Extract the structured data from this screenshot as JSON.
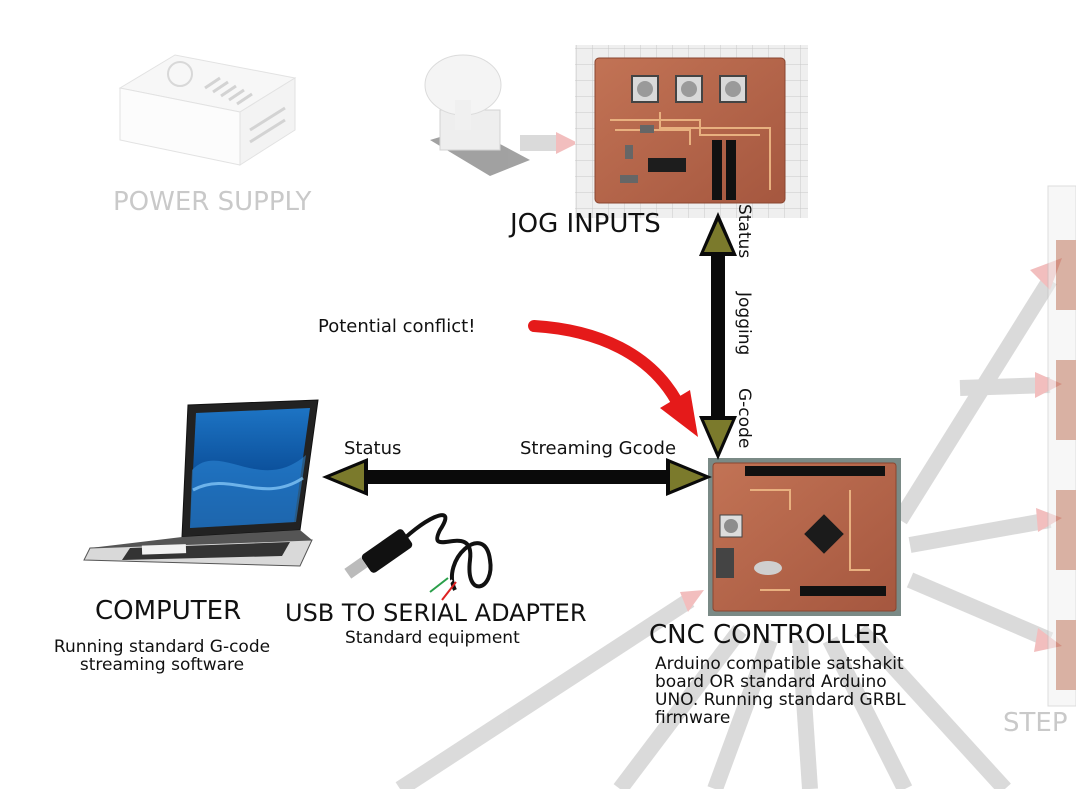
{
  "nodes": {
    "power_supply": {
      "label": "POWER SUPPLY"
    },
    "jog_inputs": {
      "label": "JOG INPUTS"
    },
    "computer": {
      "label": "COMPUTER",
      "note": [
        "Running standard G-code",
        "streaming software"
      ]
    },
    "usb_adapter": {
      "label": "USB TO SERIAL ADAPTER",
      "note": "Standard equipment"
    },
    "cnc_controller": {
      "label": "CNC CONTROLLER",
      "note": [
        "Arduino compatible satshakit",
        "board OR standard Arduino",
        "UNO. Running standard GRBL",
        "firmware"
      ]
    },
    "stepper": {
      "label": "STEP"
    }
  },
  "edges": {
    "computer_status": "Status",
    "streaming_gcode": "Streaming Gcode",
    "jog_status": "Status",
    "jog_jogging": "Jogging",
    "jog_gcode": "G-code",
    "conflict": "Potential conflict!"
  },
  "colors": {
    "arrow_body": "#0a0a0a",
    "arrow_head": "#7b7a2c",
    "conflict_arrow": "#e51a1a",
    "faded_arrow": "#c8c8c8",
    "pcb": "#b5654a"
  }
}
